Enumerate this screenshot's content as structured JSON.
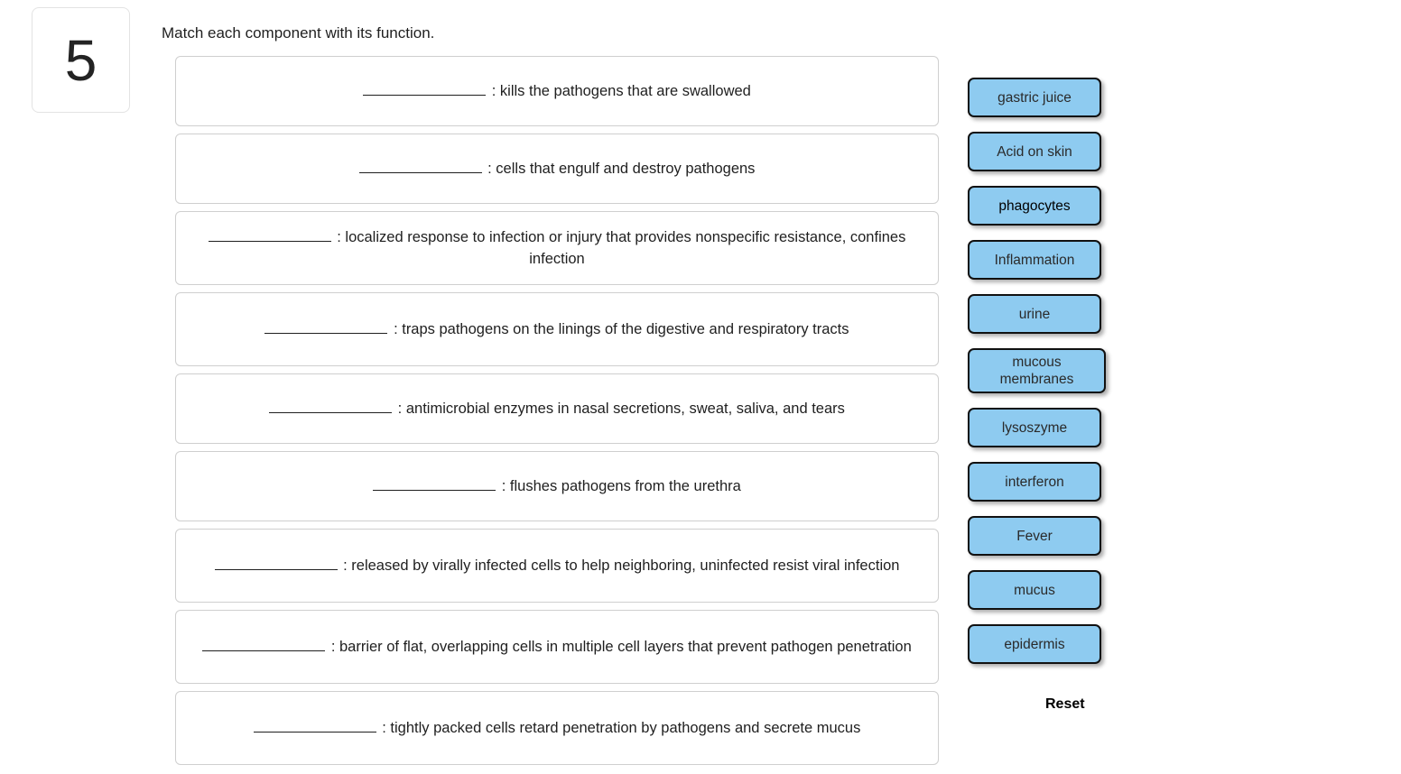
{
  "question": {
    "number": "5",
    "prompt": "Match each component with its function."
  },
  "dropzones": [
    {
      "blank": "______________",
      "text": ": kills the pathogens that are swallowed",
      "lines": 1
    },
    {
      "blank": "______________",
      "text": ": cells that engulf and destroy pathogens",
      "lines": 1
    },
    {
      "blank": "______________",
      "text": ": localized response to infection or injury that provides nonspecific resistance, confines infection",
      "lines": 2
    },
    {
      "blank": "______________",
      "text": ": traps pathogens on the linings of the digestive and respiratory tracts",
      "lines": 2
    },
    {
      "blank": "______________",
      "text": ": antimicrobial enzymes in nasal secretions, sweat, saliva, and tears",
      "lines": 1
    },
    {
      "blank": "______________",
      "text": ": flushes pathogens from the urethra",
      "lines": 1
    },
    {
      "blank": "______________",
      "text": ": released by virally infected cells to help neighboring, uninfected resist viral infection",
      "lines": 2
    },
    {
      "blank": "______________",
      "text": ": barrier of flat, overlapping cells in multiple cell layers that prevent pathogen penetration",
      "lines": 2
    },
    {
      "blank": "______________",
      "text": ": tightly packed cells retard penetration by pathogens and secrete mucus",
      "lines": 2
    }
  ],
  "tokens": [
    {
      "label": "gastric juice"
    },
    {
      "label": "Acid on skin"
    },
    {
      "label": "phagocytes"
    },
    {
      "label": "Inflammation"
    },
    {
      "label": "urine"
    },
    {
      "label": "mucous membranes"
    },
    {
      "label": "lysoszyme"
    },
    {
      "label": "interferon"
    },
    {
      "label": "Fever"
    },
    {
      "label": "mucus"
    },
    {
      "label": "epidermis"
    }
  ],
  "reset": {
    "label": "Reset"
  },
  "colors": {
    "token_fill": "#8ecbf0",
    "token_border": "#111111",
    "dropzone_border": "#cfcfcf",
    "text": "#1f1f1f"
  }
}
